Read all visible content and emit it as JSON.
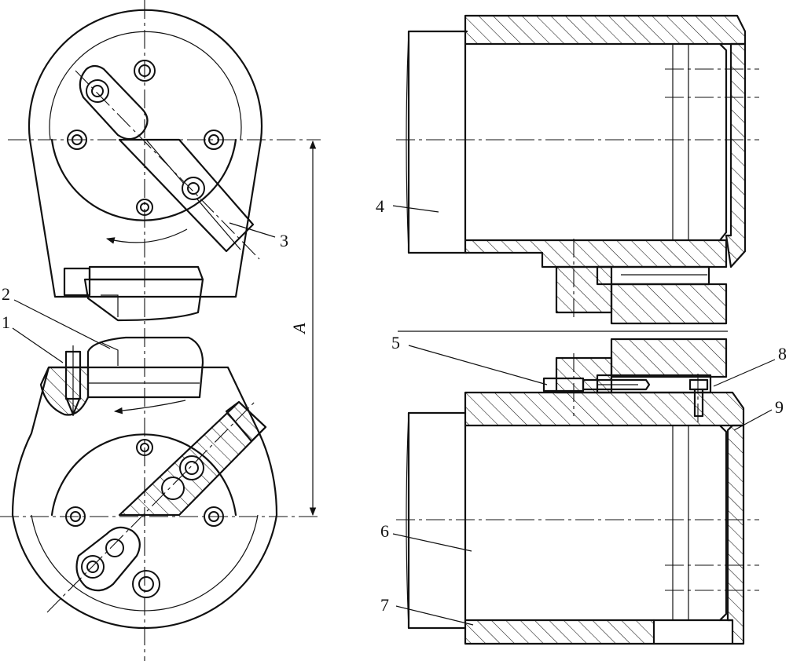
{
  "callouts": {
    "c1": "1",
    "c2": "2",
    "c3": "3",
    "c4": "4",
    "c5": "5",
    "c6": "6",
    "c7": "7",
    "c8": "8",
    "c9": "9"
  },
  "dimension": {
    "label": "A"
  },
  "icons": {
    "rotation_arrow": "curved-arrow-icon",
    "bolt_head": "hex-bolt-icon"
  },
  "colors": {
    "ink": "#111111",
    "paper": "#ffffff"
  }
}
